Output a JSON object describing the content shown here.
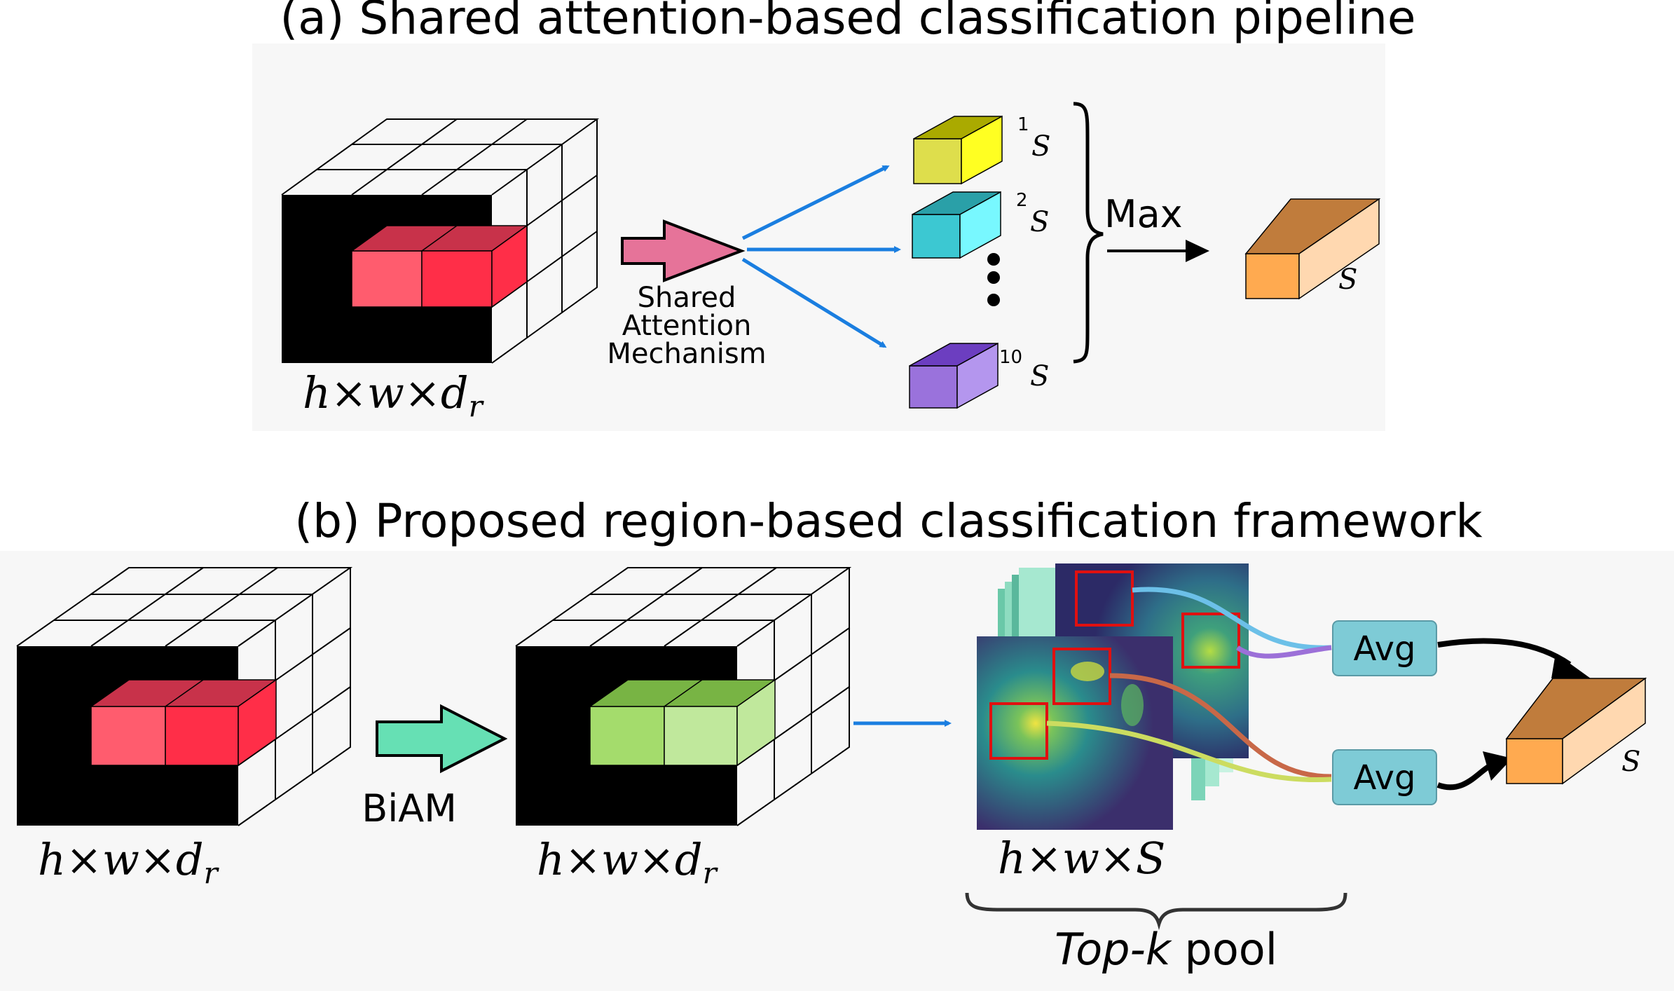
{
  "panel_a": {
    "title": "(a) Shared attention-based classification pipeline",
    "input_dim": "h×w×d",
    "input_dim_sub": "r",
    "attention_label_line1": "Shared",
    "attention_label_line2": "Attention",
    "attention_label_line3": "Mechanism",
    "vectors": [
      {
        "index": "1",
        "size": "S",
        "colors": {
          "front": "#dede4c",
          "top": "#aaaa00",
          "side": "#ffff22"
        }
      },
      {
        "index": "2",
        "size": "S",
        "colors": {
          "front": "#3cc8d2",
          "top": "#2aa0a8",
          "side": "#78f8ff"
        }
      },
      {
        "index": "10",
        "size": "S",
        "colors": {
          "front": "#9a72dc",
          "top": "#6c3ec0",
          "side": "#b496ee"
        }
      }
    ],
    "max_label": "Max",
    "output_size": "S"
  },
  "panel_b": {
    "title": "(b) Proposed region-based classification framework",
    "input_dim": "h×w×d",
    "input_dim_sub": "r",
    "biam_label": "BiAM",
    "refined_dim": "h×w×d",
    "refined_dim_sub": "r",
    "maps_dim": "h×w×S",
    "avg_labels": [
      "Avg",
      "Avg"
    ],
    "output_size": "S",
    "pool_label_italic": "Top-k",
    "pool_label_rest": " pool"
  },
  "colors": {
    "panel_bg": "#f7f7f7",
    "arrow_blue": "#1a7ee0",
    "pink_arrow": "#e67399",
    "green_arrow": "#66e0b4",
    "avg_box": "#7ecbd6",
    "red_block_front": "#ff5c6e",
    "red_block_top": "#c8324a",
    "red_block_side": "#ff2e48",
    "green_block_front": "#a4dc6c",
    "green_block_top": "#78b444",
    "green_block_side": "#c0e89c",
    "orange_front": "#ffaa50",
    "orange_top": "#c07c3c",
    "orange_side": "#ffd8b0"
  }
}
